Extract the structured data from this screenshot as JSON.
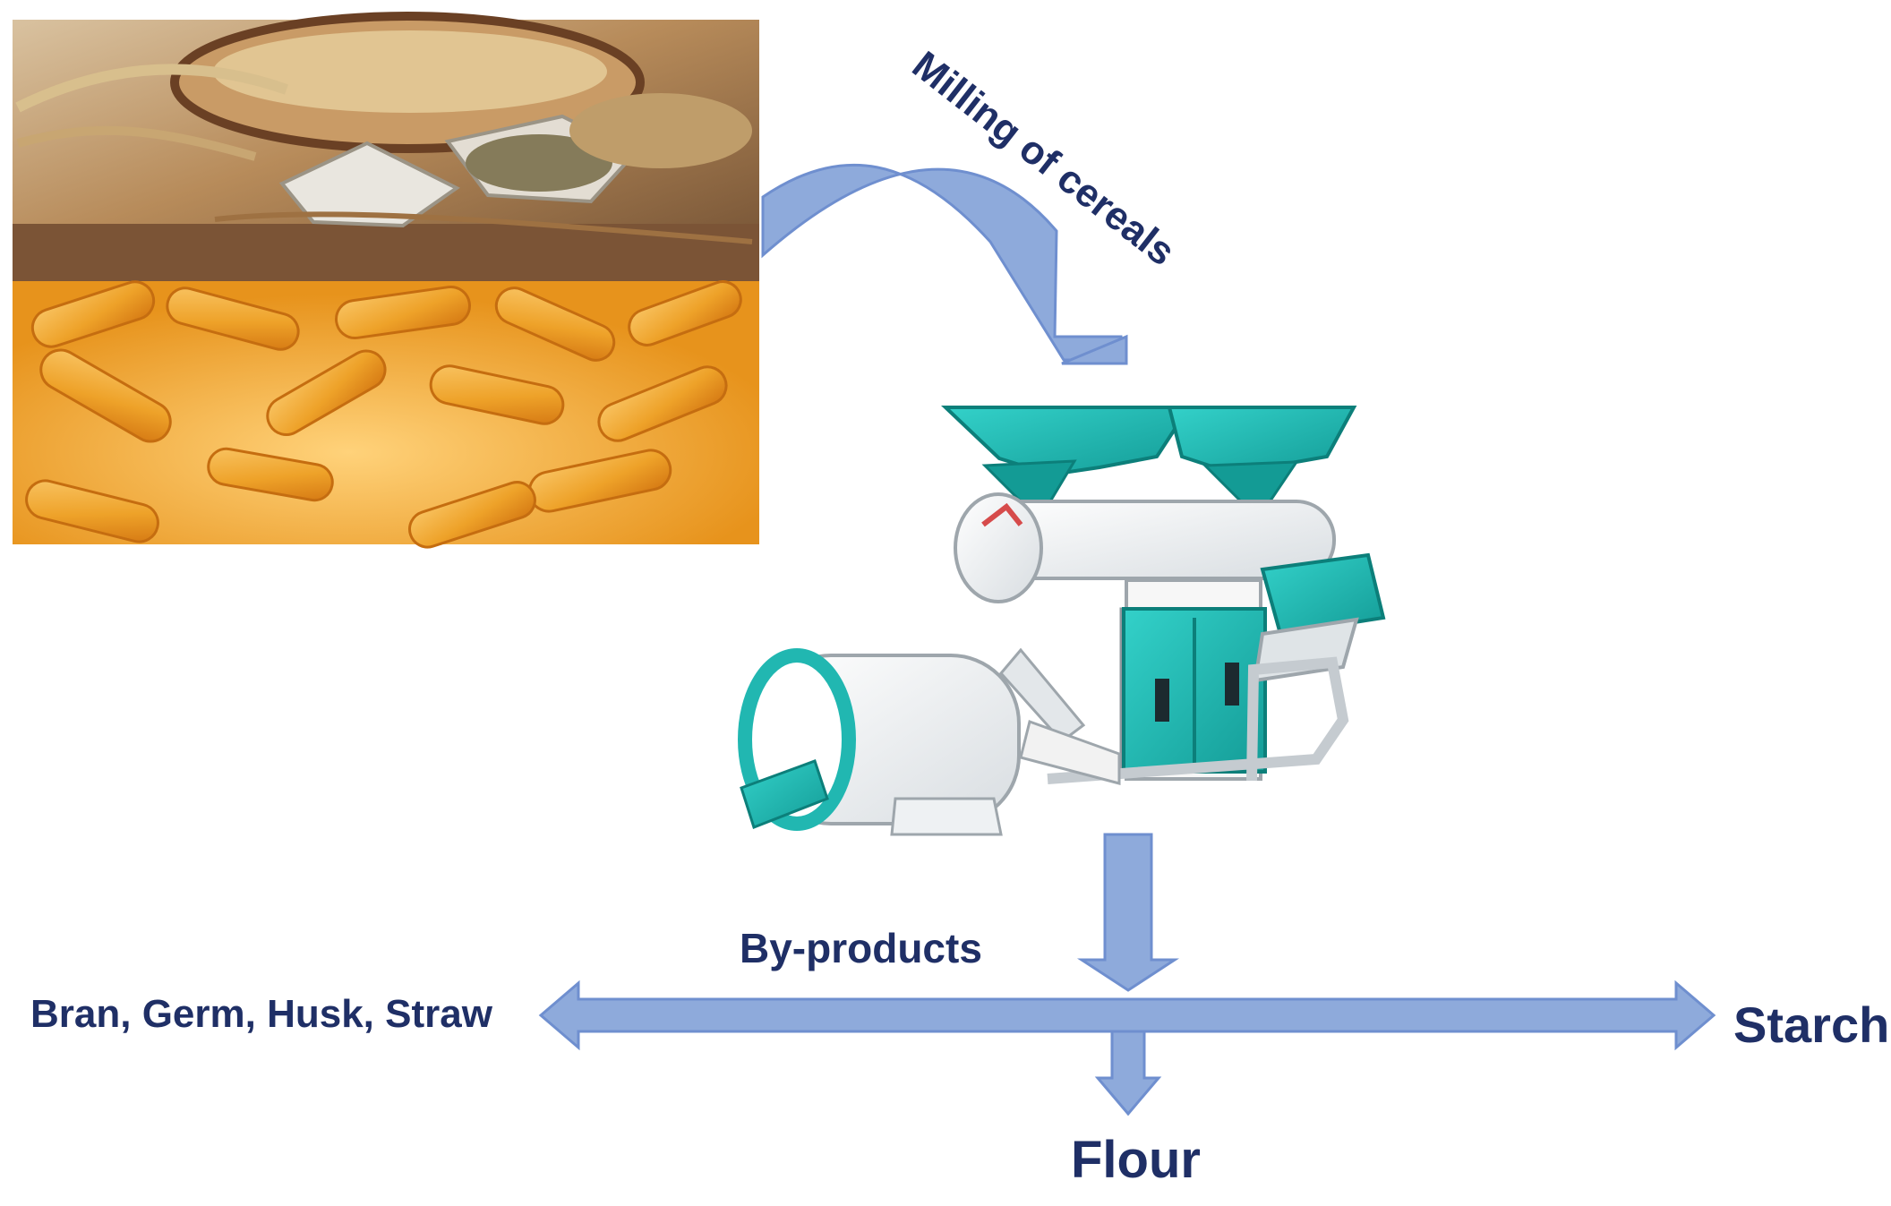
{
  "labels": {
    "milling": "Milling of cereals",
    "byproducts": "By-products",
    "left_output": "Bran, Germ, Husk, Straw",
    "right_output": "Starch",
    "bottom_output": "Flour"
  },
  "colors": {
    "arrow_fill": "#8eaadb",
    "arrow_stroke": "#6f8fcf",
    "text": "#1f2f66",
    "machine_teal": "#21b7b1",
    "machine_white": "#f0f0f0",
    "corn": "#f2a12b",
    "grain": "#b98b55"
  },
  "images": {
    "cereals_photo": "wheat-grains-and-corn-cobs-photo",
    "mill_machine": "teal-and-white-grain-milling-machine"
  }
}
